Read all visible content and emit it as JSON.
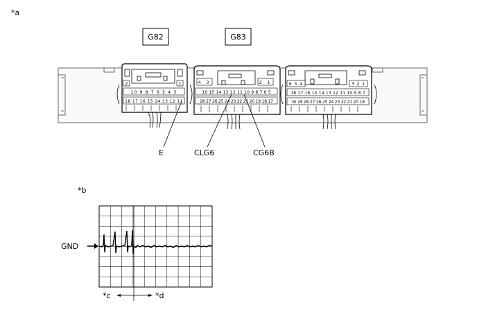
{
  "labels": {
    "a": "*a",
    "b": "*b",
    "c": "*c",
    "d": "*d"
  },
  "connectors": {
    "left": "G82",
    "right": "G83"
  },
  "terminals": {
    "e": "E",
    "clg6": "CLG6",
    "cg6b": "CG6B"
  },
  "scope": {
    "gnd": "GND"
  },
  "pins": {
    "g82": {
      "r1": "2 1",
      "r2": "10 9 8 7 6 5 4 3",
      "r3": "18 17 16 15 14 13 12 11"
    },
    "g83a": {
      "r1": "4 3 2 1",
      "r2": "16 15 14 13 12 11 10 9 8 7 6 5",
      "r3": "28 27 26 25 24 23 22 21 20 19 18 17"
    },
    "g83b": {
      "r1": "6 5 4 3 2 1",
      "r2": "18 17 16 15 14 13 12 11 10 9 8 7",
      "r3": "30 29 28 27 26 25 24 23 22 21 20 19"
    }
  }
}
